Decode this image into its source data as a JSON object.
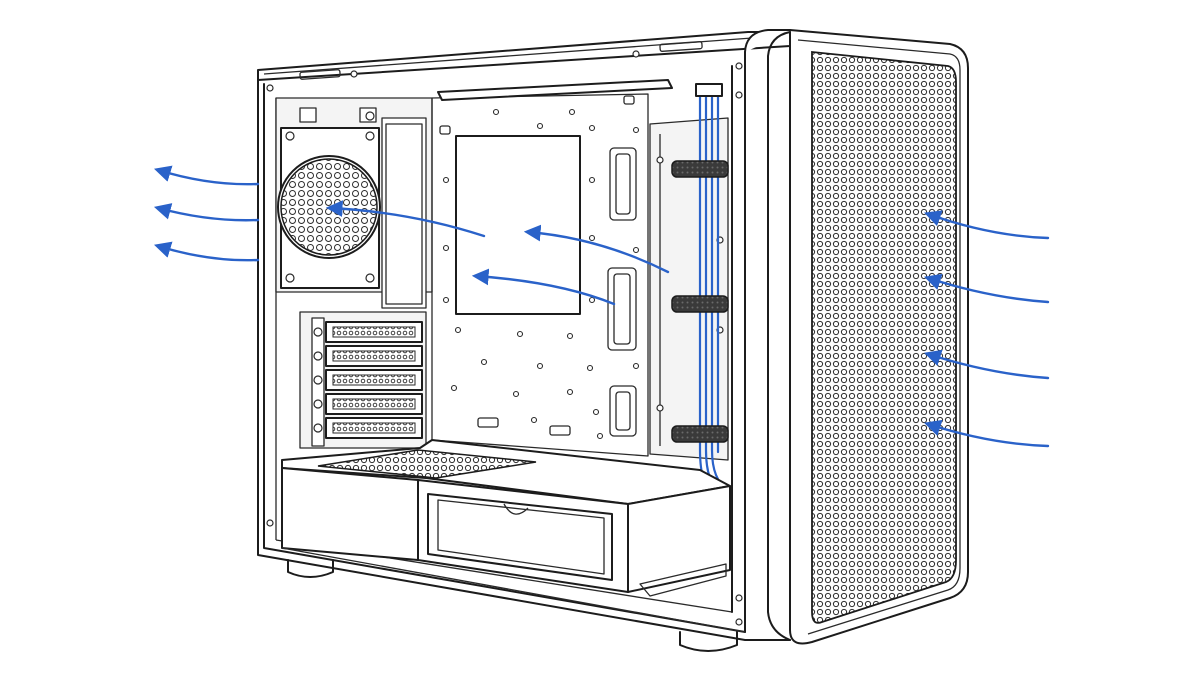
{
  "figure": {
    "airflow_color": "#2a62c9",
    "line_color": "#1c1c1c",
    "background": "#ffffff",
    "intake_arrow_count": 4,
    "internal_arrow_count": 3,
    "exhaust_arrow_count": 3,
    "components": [
      "front-mesh-panel",
      "rear-exhaust-fan",
      "motherboard-tray",
      "pci-expansion-slots",
      "psu-shroud",
      "cable-routing-channel",
      "velcro-cable-straps",
      "case-feet"
    ]
  }
}
